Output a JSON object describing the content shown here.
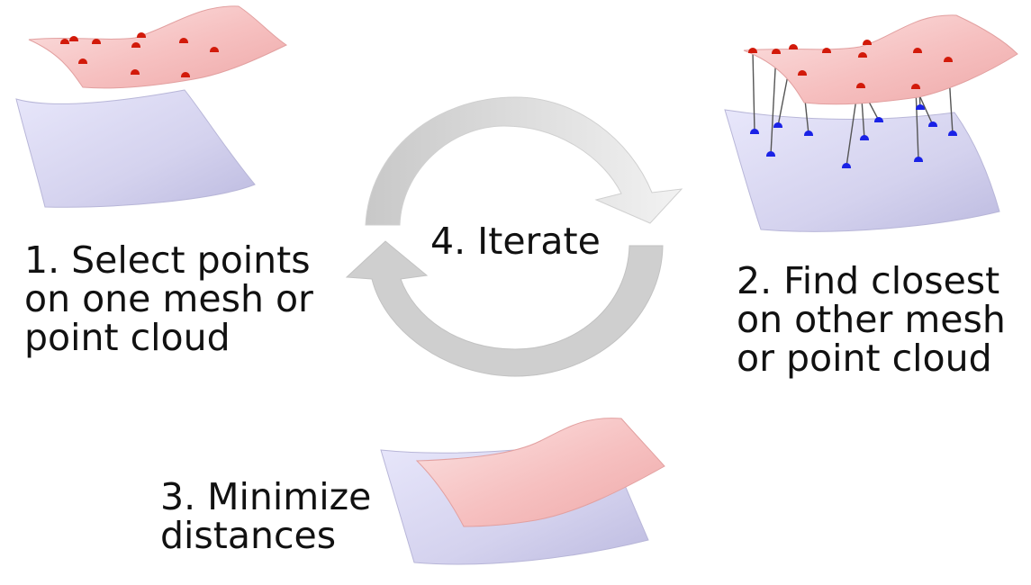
{
  "steps": {
    "select": {
      "lines": [
        "1. Select points",
        "on one mesh or",
        "point cloud"
      ]
    },
    "closest": {
      "lines": [
        "2. Find closest",
        "on other mesh",
        "or point cloud"
      ]
    },
    "minimize": {
      "lines": [
        "3. Minimize",
        "distances"
      ]
    },
    "iterate": {
      "label": "4. Iterate"
    }
  },
  "colors": {
    "source_surface": "#f5bcbc",
    "target_surface": "#d6d4f0",
    "source_point": "#d21a0a",
    "target_point": "#1a22e6",
    "correspondence_line": "#555555",
    "cycle_arrow": "#cfcfcf"
  }
}
